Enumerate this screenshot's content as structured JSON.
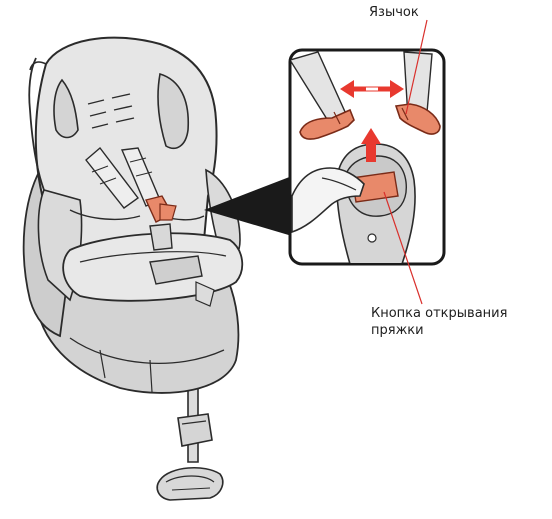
{
  "labels": {
    "tongue": "Язычок",
    "button_line1": "Кнопка открывания",
    "button_line2": "пряжки"
  },
  "colors": {
    "seat_fill": "#e6e6e6",
    "seat_shade": "#cfcfcf",
    "outline": "#2b2b2b",
    "buckle_orange": "#e8896a",
    "buckle_orange_dark": "#c0553a",
    "arrow_red": "#e8392f",
    "inset_border": "#1a1a1a",
    "leader_red": "#d9302c"
  },
  "icons": [
    "double-arrow-icon",
    "up-arrow-icon"
  ]
}
